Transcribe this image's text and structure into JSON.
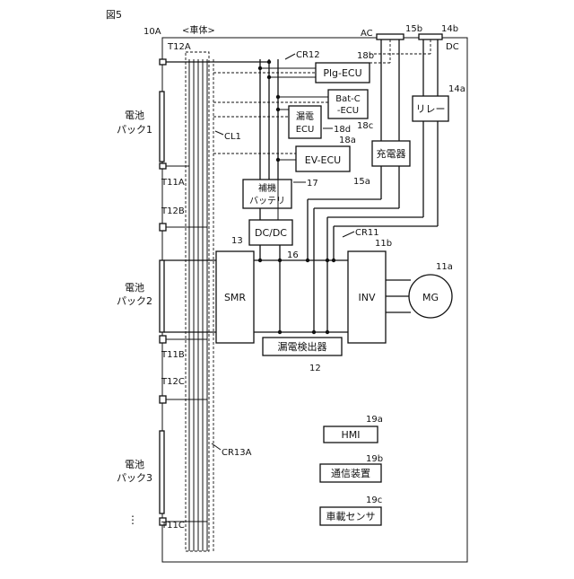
{
  "figure_label": "図5",
  "labels": {
    "vehicle_ref": "10A",
    "vehicle_body": "<車体>",
    "ac": "AC",
    "dc": "DC",
    "cr12": "CR12",
    "cr11": "CR11",
    "cr13a": "CR13A",
    "cl1": "CL1"
  },
  "terminals": {
    "t12a": "T12A",
    "t11a": "T11A",
    "t12b": "T12B",
    "t11b": "T11B",
    "t12c": "T12C",
    "t11c": "T11C"
  },
  "battery_packs": [
    {
      "line1": "電池",
      "line2": "パック1"
    },
    {
      "line1": "電池",
      "line2": "パック2"
    },
    {
      "line1": "電池",
      "line2": "パック3"
    }
  ],
  "components": {
    "plg_ecu": {
      "label": "Plg-ECU",
      "ref": "18b"
    },
    "bat_c_ecu": {
      "line1": "Bat-C",
      "line2": "-ECU",
      "ref": "18c"
    },
    "leak_ecu": {
      "line1": "漏電",
      "line2": "ECU",
      "ref": "18d"
    },
    "ev_ecu": {
      "label": "EV-ECU",
      "ref": "18a"
    },
    "charger": {
      "label": "充電器",
      "ref": "15a"
    },
    "relay": {
      "label": "リレー",
      "ref": "14a"
    },
    "aux_battery": {
      "line1": "補機",
      "line2": "バッテリ",
      "ref": "17"
    },
    "dcdc": {
      "label": "DC/DC",
      "ref": "16"
    },
    "smr": {
      "label": "SMR",
      "ref": "13"
    },
    "inv": {
      "label": "INV",
      "ref": "11b"
    },
    "mg": {
      "label": "MG",
      "ref": "11a"
    },
    "leak_detector": {
      "label": "漏電検出器",
      "ref": "12"
    },
    "hmi": {
      "label": "HMI",
      "ref": "19a"
    },
    "comm": {
      "label": "通信装置",
      "ref": "19b"
    },
    "sensor": {
      "label": "車載センサ",
      "ref": "19c"
    },
    "ac_inlet": {
      "ref": "15b"
    },
    "dc_inlet": {
      "ref": "14b"
    }
  },
  "ellipsis": "⋮"
}
